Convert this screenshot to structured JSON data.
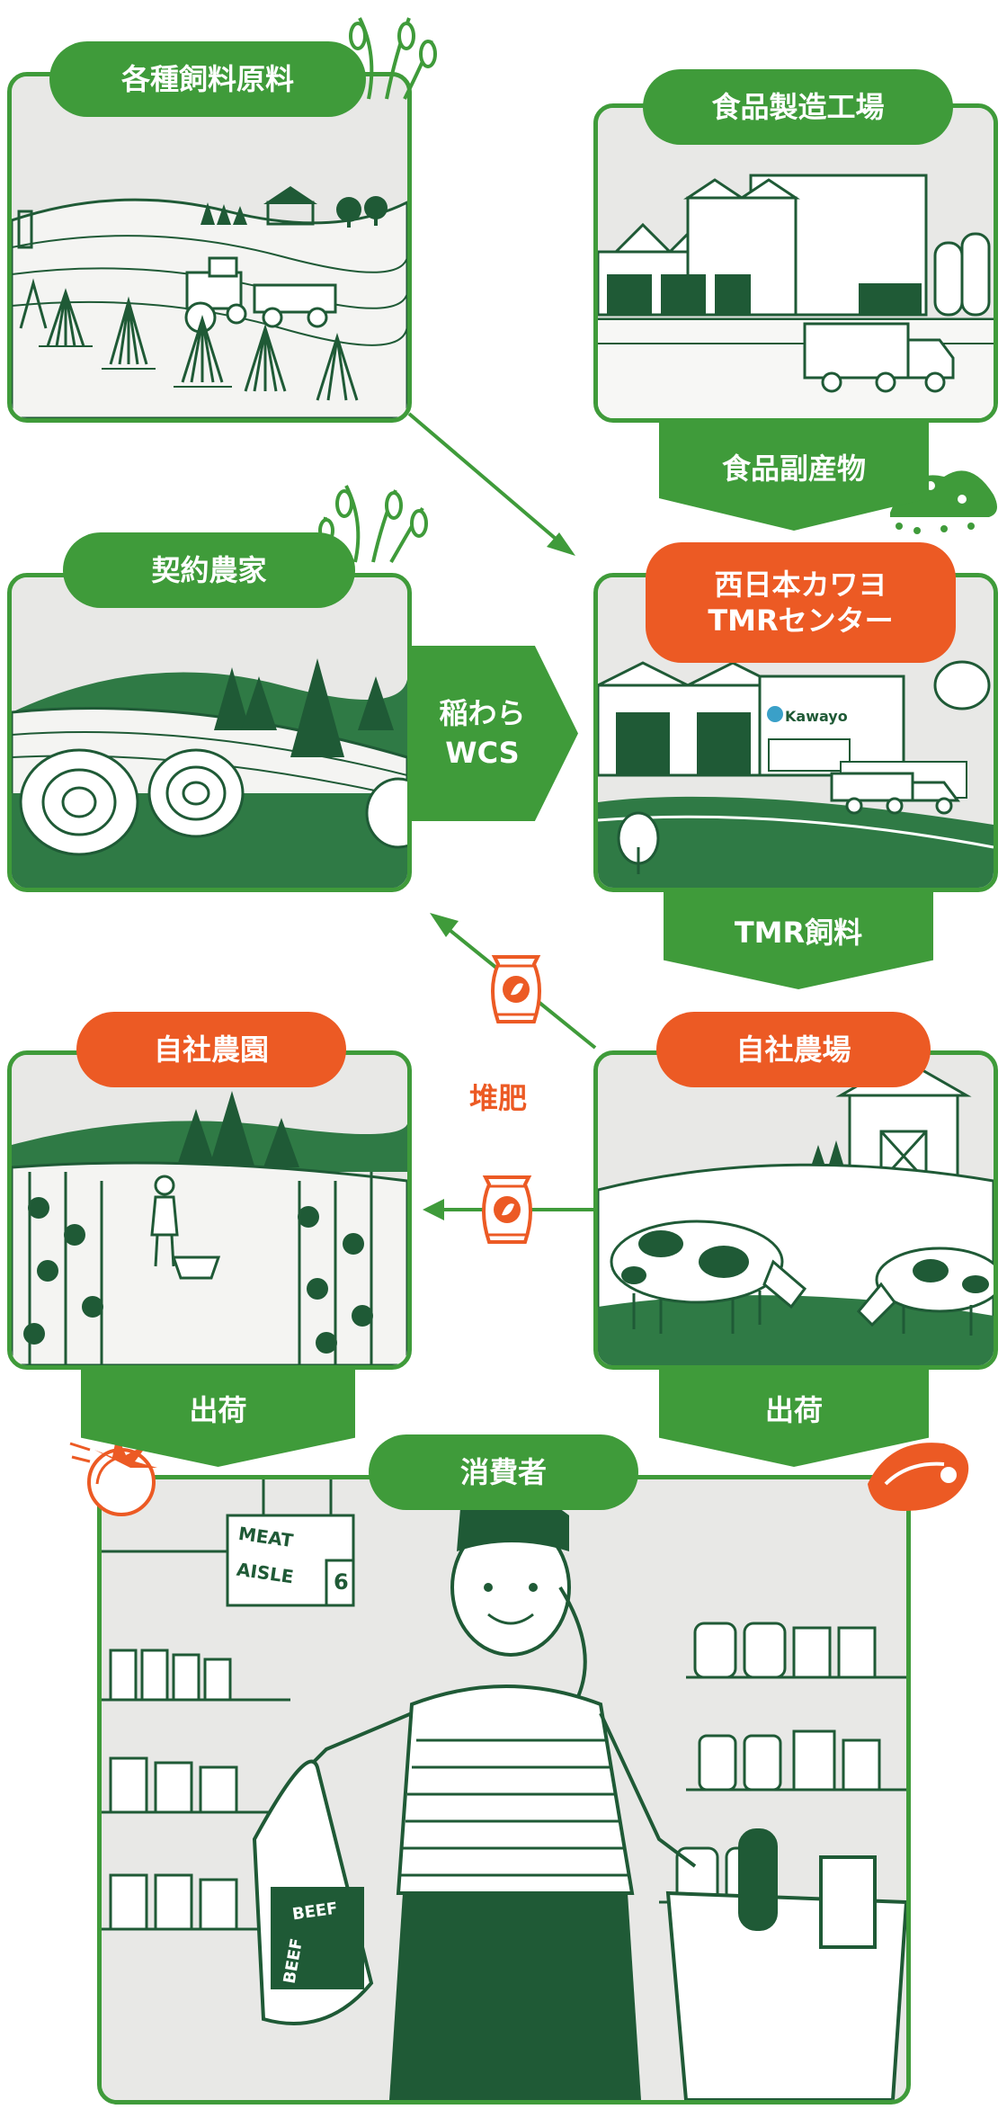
{
  "nodes": {
    "feed_materials": "各種飼料原料",
    "food_factory": "食品製造工場",
    "contract_farmers": "契約農家",
    "tmr_center": "西日本カワヨ\nTMRセンター",
    "own_garden": "自社農園",
    "own_farm": "自社農場",
    "consumer": "消費者"
  },
  "flows": {
    "food_byproduct": "食品副産物",
    "straw_wcs": "稲わら\nWCS",
    "tmr_feed": "TMR飼料",
    "compost": "堆肥",
    "ship_garden": "出荷",
    "ship_farm": "出荷"
  },
  "scene_text": {
    "kawayo_sign": "Kawayo",
    "aisle_line1": "MEAT",
    "aisle_line2": "AISLE",
    "aisle_number": "6",
    "beef_bag_1": "BEEF",
    "beef_bag_2": "BEEF"
  },
  "colors": {
    "primary_green": "#3f9b3a",
    "accent_orange": "#ec5a24",
    "ink_dark_green": "#1f5a36",
    "panel_bg": "#e8e8e6"
  }
}
